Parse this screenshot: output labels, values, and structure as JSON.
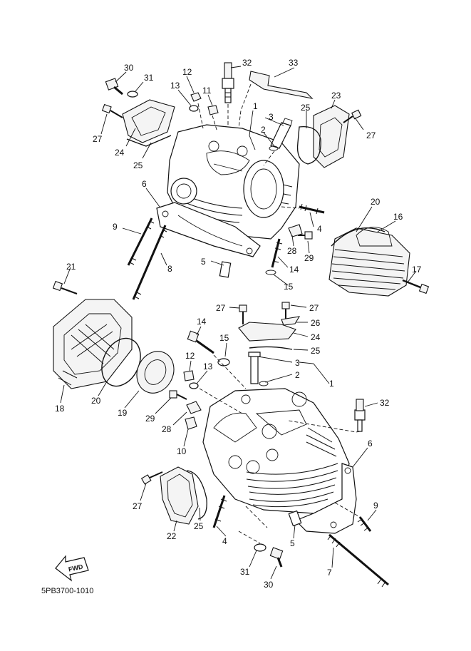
{
  "diagram": {
    "code": "5PB3700-1010",
    "fwd_label": "FWD",
    "callouts": [
      {
        "id": "c30a",
        "text": "30"
      },
      {
        "id": "c31a",
        "text": "31"
      },
      {
        "id": "c12a",
        "text": "12"
      },
      {
        "id": "c13a",
        "text": "13"
      },
      {
        "id": "c11a",
        "text": "11"
      },
      {
        "id": "c32a",
        "text": "32"
      },
      {
        "id": "c33a",
        "text": "33"
      },
      {
        "id": "c1a",
        "text": "1"
      },
      {
        "id": "c3a",
        "text": "3"
      },
      {
        "id": "c2a",
        "text": "2"
      },
      {
        "id": "c25a",
        "text": "25"
      },
      {
        "id": "c23a",
        "text": "23"
      },
      {
        "id": "c27a",
        "text": "27"
      },
      {
        "id": "c27b",
        "text": "27"
      },
      {
        "id": "c24a",
        "text": "24"
      },
      {
        "id": "c25b",
        "text": "25"
      },
      {
        "id": "c6a",
        "text": "6"
      },
      {
        "id": "c20a",
        "text": "20"
      },
      {
        "id": "c16a",
        "text": "16"
      },
      {
        "id": "c9a",
        "text": "9"
      },
      {
        "id": "c4a",
        "text": "4"
      },
      {
        "id": "c28a",
        "text": "28"
      },
      {
        "id": "c29a",
        "text": "29"
      },
      {
        "id": "c8a",
        "text": "8"
      },
      {
        "id": "c5a",
        "text": "5"
      },
      {
        "id": "c14a",
        "text": "14"
      },
      {
        "id": "c17a",
        "text": "17"
      },
      {
        "id": "c15a",
        "text": "15"
      },
      {
        "id": "c21a",
        "text": "21"
      },
      {
        "id": "c27c",
        "text": "27"
      },
      {
        "id": "c27d",
        "text": "27"
      },
      {
        "id": "c26a",
        "text": "26"
      },
      {
        "id": "c14b",
        "text": "14"
      },
      {
        "id": "c15b",
        "text": "15"
      },
      {
        "id": "c24b",
        "text": "24"
      },
      {
        "id": "c25c",
        "text": "25"
      },
      {
        "id": "c12b",
        "text": "12"
      },
      {
        "id": "c13b",
        "text": "13"
      },
      {
        "id": "c3b",
        "text": "3"
      },
      {
        "id": "c2b",
        "text": "2"
      },
      {
        "id": "c1b",
        "text": "1"
      },
      {
        "id": "c32b",
        "text": "32"
      },
      {
        "id": "c18a",
        "text": "18"
      },
      {
        "id": "c20b",
        "text": "20"
      },
      {
        "id": "c19a",
        "text": "19"
      },
      {
        "id": "c29b",
        "text": "29"
      },
      {
        "id": "c28b",
        "text": "28"
      },
      {
        "id": "c10a",
        "text": "10"
      },
      {
        "id": "c6b",
        "text": "6"
      },
      {
        "id": "c27e",
        "text": "27"
      },
      {
        "id": "c22a",
        "text": "22"
      },
      {
        "id": "c25d",
        "text": "25"
      },
      {
        "id": "c4b",
        "text": "4"
      },
      {
        "id": "c5b",
        "text": "5"
      },
      {
        "id": "c9b",
        "text": "9"
      },
      {
        "id": "c31b",
        "text": "31"
      },
      {
        "id": "c30b",
        "text": "30"
      },
      {
        "id": "c7a",
        "text": "7"
      }
    ]
  }
}
